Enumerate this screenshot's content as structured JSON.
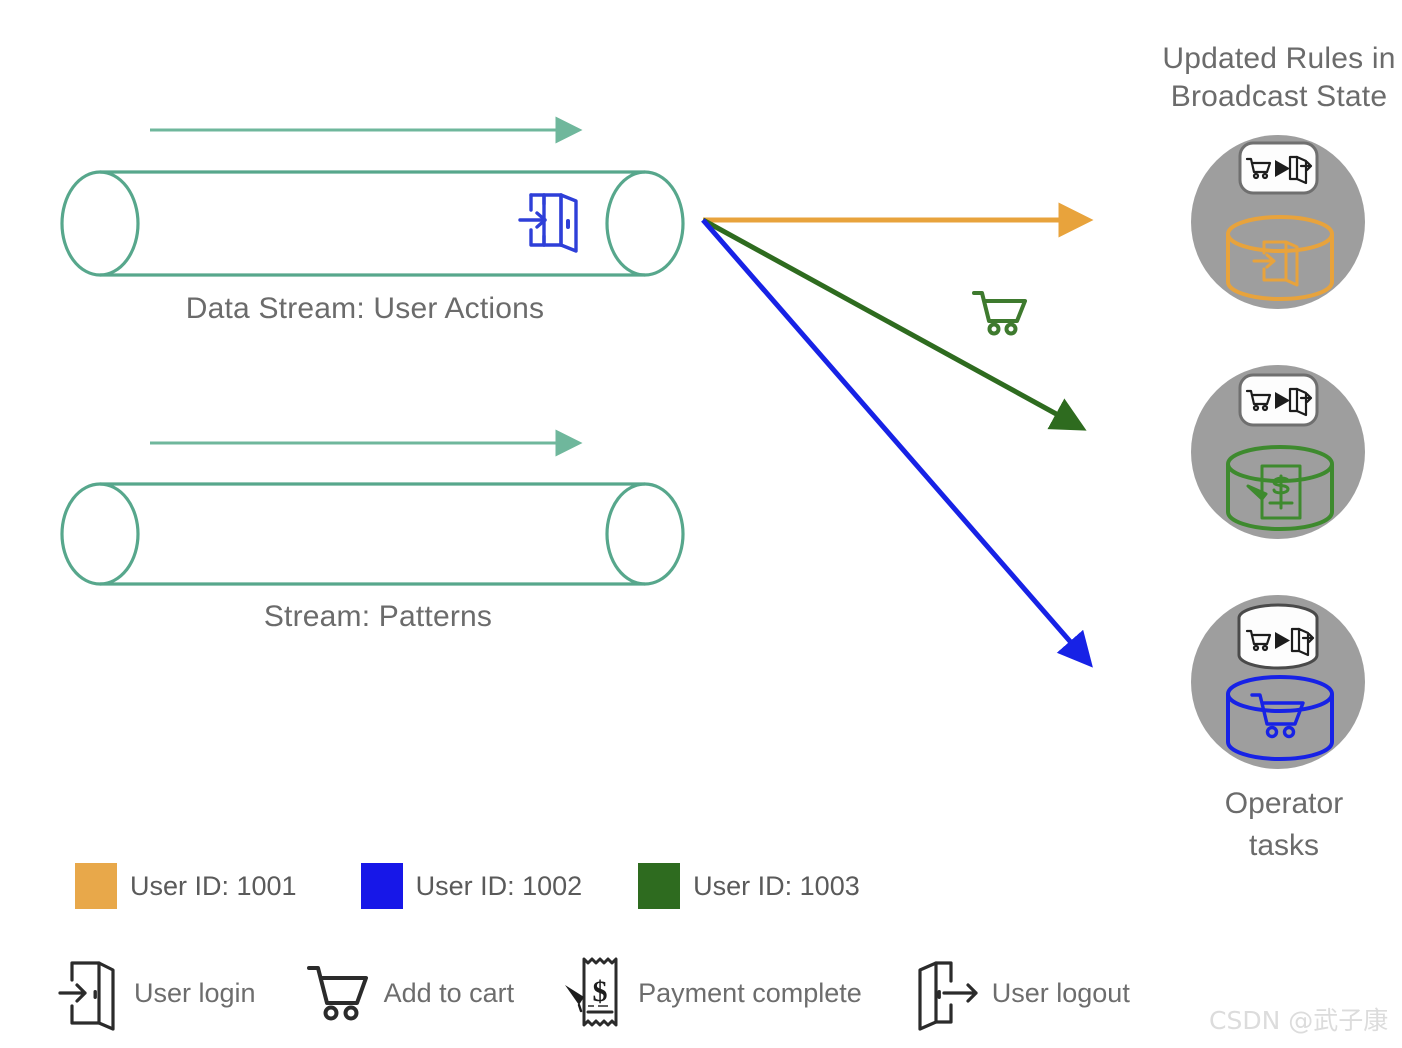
{
  "diagram": {
    "title_lines": [
      "Updated Rules in",
      "Broadcast State"
    ],
    "operator_label_lines": [
      "Operator",
      "tasks"
    ],
    "watermark": "CSDN @武子康"
  },
  "streams": [
    {
      "label": "Data Stream: User Actions",
      "flow_arrow": "flow-arrow-right",
      "contains_icon": "user-login-icon"
    },
    {
      "label": "Stream: Patterns",
      "flow_arrow": "flow-arrow-right",
      "contains_icon": ""
    }
  ],
  "routing_arrows": [
    {
      "name": "arrow-user-1001",
      "color": "#E8A33C",
      "target": "operator-task-1"
    },
    {
      "name": "arrow-user-1003",
      "color": "#2E6B1F",
      "target": "operator-task-2"
    },
    {
      "name": "arrow-user-1002",
      "color": "#1722E6",
      "target": "operator-task-3"
    }
  ],
  "middle_icon": {
    "name": "add-to-cart-icon",
    "color": "#3E7A2E"
  },
  "operator_tasks": [
    {
      "name": "operator-task-1",
      "rule_icons": [
        "cart-icon",
        "play-icon",
        "logout-door-icon"
      ],
      "state_icon": "user-login-icon",
      "state_color": "#E8A33C",
      "circle_color": "#9E9E9E"
    },
    {
      "name": "operator-task-2",
      "rule_icons": [
        "cart-icon",
        "play-icon",
        "logout-door-icon"
      ],
      "state_icon": "payment-receipt-icon",
      "state_color": "#3E8A2E",
      "circle_color": "#9E9E9E"
    },
    {
      "name": "operator-task-3",
      "rule_icons": [
        "cart-icon",
        "play-icon",
        "logout-door-icon"
      ],
      "state_icon": "cart-icon",
      "state_color": "#1722E6",
      "circle_color": "#9E9E9E"
    }
  ],
  "legend": {
    "users": [
      {
        "label": "User ID: 1001",
        "color": "#E8A84A"
      },
      {
        "label": "User ID: 1002",
        "color": "#1717E8"
      },
      {
        "label": "User ID: 1003",
        "color": "#2E6B1F"
      }
    ],
    "actions": [
      {
        "label": "User login",
        "icon": "user-login-icon"
      },
      {
        "label": "Add to cart",
        "icon": "add-to-cart-icon"
      },
      {
        "label": "Payment complete",
        "icon": "payment-receipt-icon"
      },
      {
        "label": "User logout",
        "icon": "user-logout-icon"
      }
    ]
  },
  "colors": {
    "pipe_stroke": "#57A78C",
    "text_gray": "#6b6b6b",
    "circle_gray": "#9E9E9E",
    "icon_black": "#1d1d1d"
  }
}
